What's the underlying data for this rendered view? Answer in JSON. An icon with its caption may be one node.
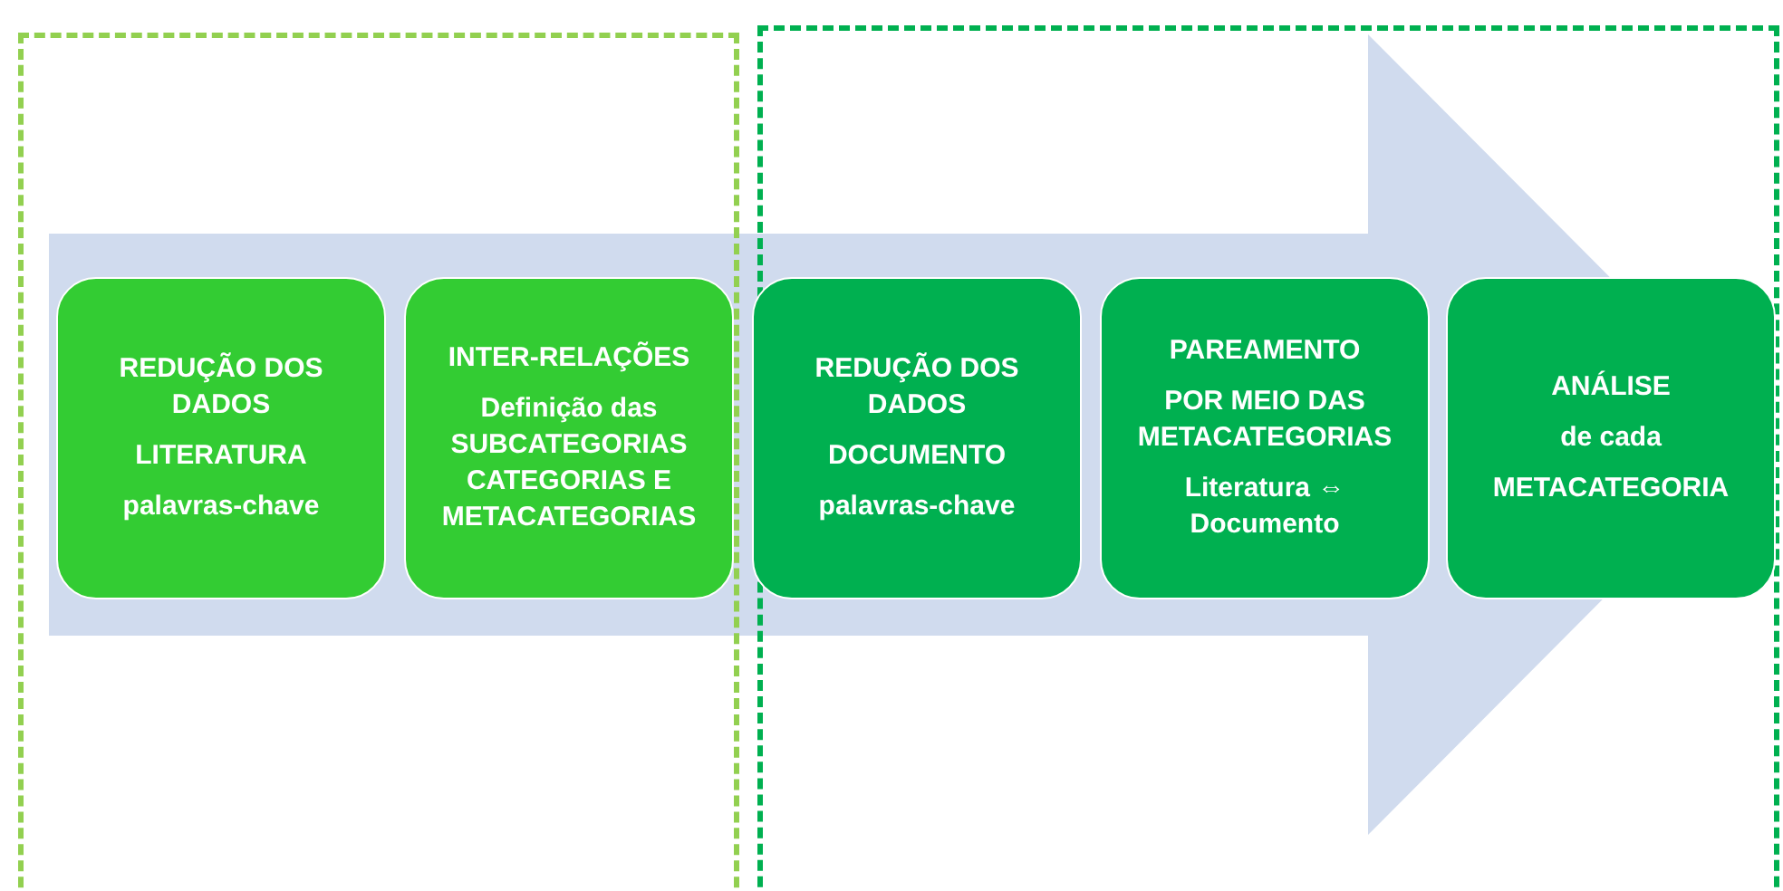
{
  "diagram": {
    "nodes": [
      {
        "text": [],
        "shape": "box"
      },
      {
        "text": [
          "REDUÇÃO DOS DADOS",
          "LITERATURA",
          "palavras-chave"
        ],
        "in": 0
      },
      {
        "text": [
          "INTER-RELAÇÕES",
          "Definição das SUBCATEGORIAS CATEGORIAS E METACATEGORIAS"
        ],
        "in": 0
      },
      {
        "text": [],
        "shape": "box"
      },
      {
        "text": [
          "REDUÇÃO DOS DADOS",
          "DOCUMENTO",
          "palavras-chave"
        ],
        "in": 3
      },
      {
        "text": [
          "PAREAMENTO",
          "POR MEIO DAS METACATEGORIAS",
          "Literatura ⇔ Documento"
        ],
        "in": 3
      },
      {
        "text": [
          "ANÁLISE",
          "de cada",
          "METACATEGORIA"
        ],
        "in": 3
      }
    ],
    "edges": [
      {
        "from": 1,
        "to": 6,
        "arrow": "to",
        "style": "thick"
      }
    ]
  }
}
